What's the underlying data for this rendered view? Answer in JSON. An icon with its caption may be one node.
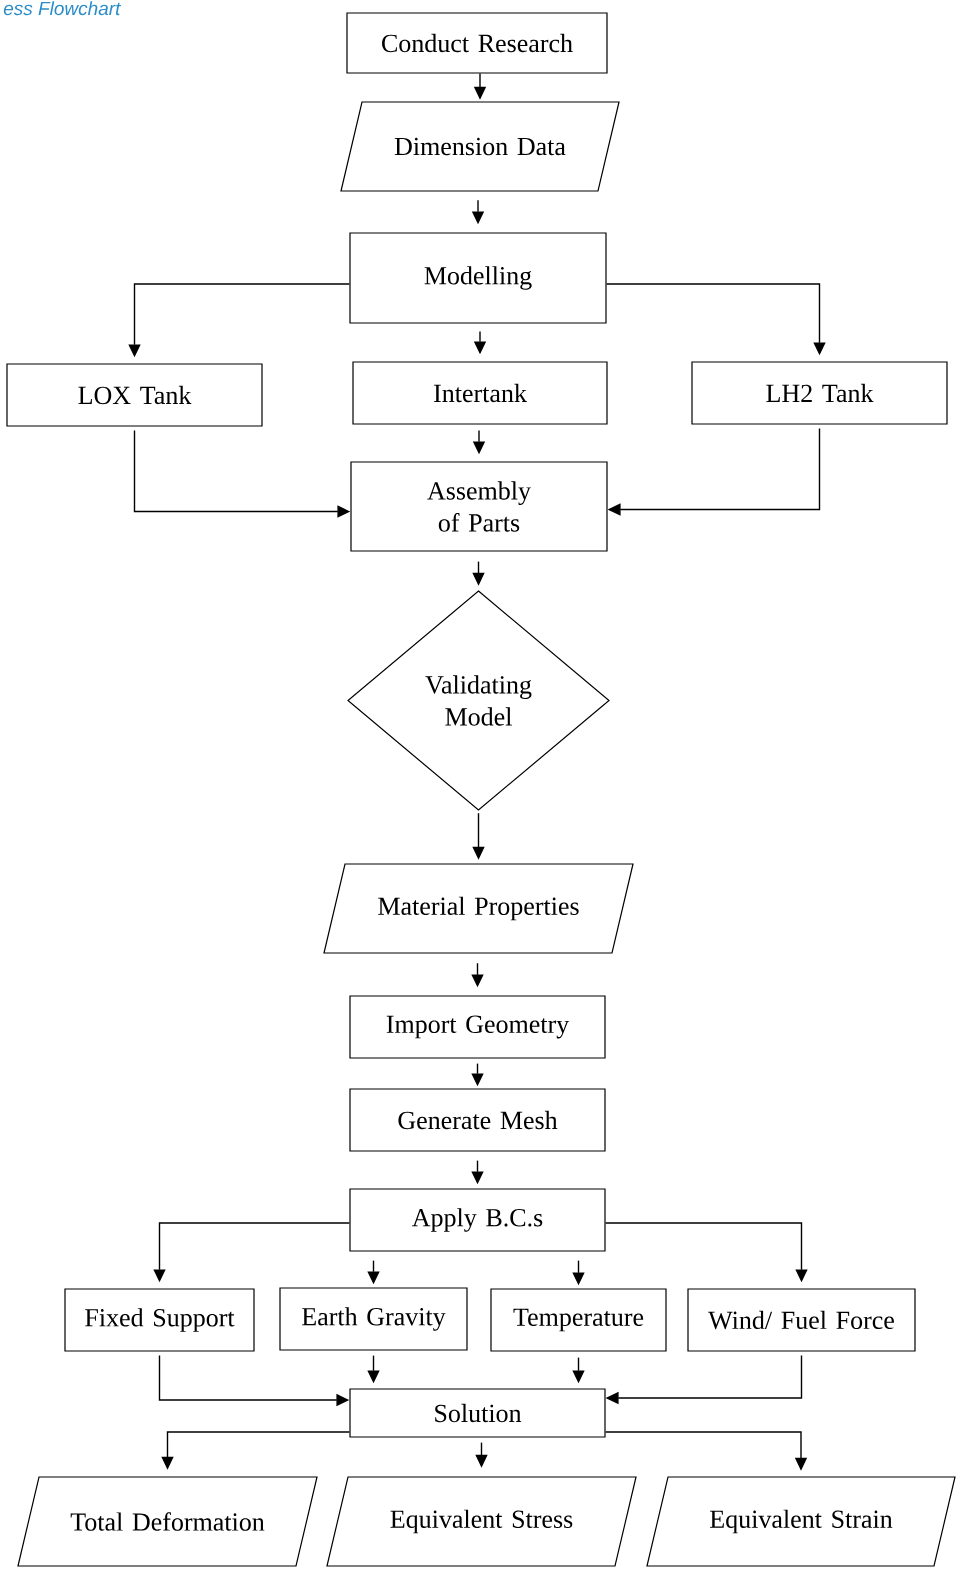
{
  "diagram": {
    "title": "ess Flowchart",
    "nodes": [
      {
        "text": [
          "Conduct Research"
        ]
      },
      {
        "text": [
          "Dimension Data"
        ]
      },
      {
        "text": [
          "Modelling"
        ]
      },
      {
        "text": [
          "LOX Tank"
        ]
      },
      {
        "text": [
          "Intertank"
        ]
      },
      {
        "text": [
          "LH2 Tank"
        ]
      },
      {
        "text": [
          "Assembly of Parts"
        ]
      },
      {
        "text": [
          "Validating Model"
        ]
      },
      {
        "text": [
          "Material Properties"
        ]
      },
      {
        "text": [
          "Import Geometry"
        ]
      },
      {
        "text": [
          "Generate Mesh"
        ]
      },
      {
        "text": [
          "Apply B.C.s"
        ]
      },
      {
        "text": [
          "Fixed Support"
        ]
      },
      {
        "text": [
          "Earth Gravity"
        ]
      },
      {
        "text": [
          "Temperature"
        ]
      },
      {
        "text": [
          "Wind/ Fuel Force"
        ]
      },
      {
        "text": [
          "Solution"
        ]
      },
      {
        "text": [
          "Total Deformation"
        ]
      },
      {
        "text": [
          "Equivalent Stress"
        ]
      },
      {
        "text": [
          "Equivalent Strain"
        ]
      }
    ],
    "edges": [
      {
        "from": 0,
        "to": 1,
        "arrow": "to"
      },
      {
        "from": 1,
        "to": 2,
        "arrow": "to"
      },
      {
        "from": 2,
        "to": 3,
        "arrow": "to"
      },
      {
        "from": 2,
        "to": 4,
        "arrow": "to"
      },
      {
        "from": 2,
        "to": 5,
        "arrow": "to"
      },
      {
        "from": 3,
        "to": 6,
        "arrow": "to"
      },
      {
        "from": 4,
        "to": 6,
        "arrow": "to"
      },
      {
        "from": 5,
        "to": 6,
        "arrow": "to"
      },
      {
        "from": 6,
        "to": 7,
        "arrow": "to"
      },
      {
        "from": 7,
        "to": 8,
        "arrow": "to"
      },
      {
        "from": 8,
        "to": 9,
        "arrow": "to"
      },
      {
        "from": 9,
        "to": 10,
        "arrow": "to"
      },
      {
        "from": 10,
        "to": 11,
        "arrow": "to"
      },
      {
        "from": 11,
        "to": 12,
        "arrow": "to"
      },
      {
        "from": 11,
        "to": 13,
        "arrow": "to"
      },
      {
        "from": 11,
        "to": 14,
        "arrow": "to"
      },
      {
        "from": 11,
        "to": 15,
        "arrow": "to"
      },
      {
        "from": 12,
        "to": 16,
        "arrow": "to"
      },
      {
        "from": 13,
        "to": 16,
        "arrow": "to"
      },
      {
        "from": 14,
        "to": 16,
        "arrow": "to"
      },
      {
        "from": 15,
        "to": 16,
        "arrow": "to"
      },
      {
        "from": 16,
        "to": 17,
        "arrow": "to"
      },
      {
        "from": 16,
        "to": 18,
        "arrow": "to"
      },
      {
        "from": 16,
        "to": 19,
        "arrow": "to"
      }
    ]
  }
}
